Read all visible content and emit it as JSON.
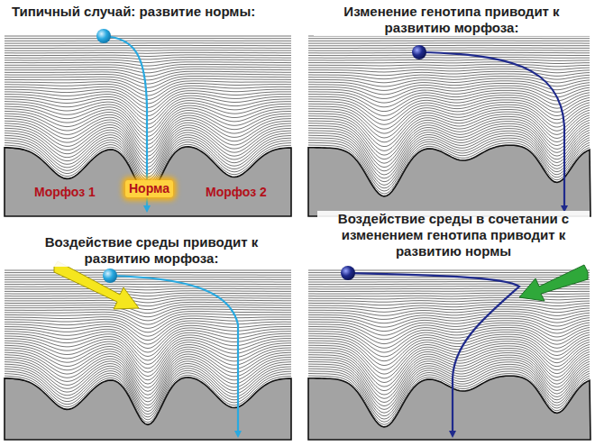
{
  "diagram": {
    "labels": [
      "Типичный случай: развитие нормы:",
      "Морфоз 1",
      "Норма",
      "Морфоз 2",
      "Изменение генотипа приводит к развитию морфоза:",
      "Воздействие среды приводит к развитию морфоза:",
      "Воздействие среды в сочетании с изменением генотипа приводит к развитию нормы"
    ]
  }
}
